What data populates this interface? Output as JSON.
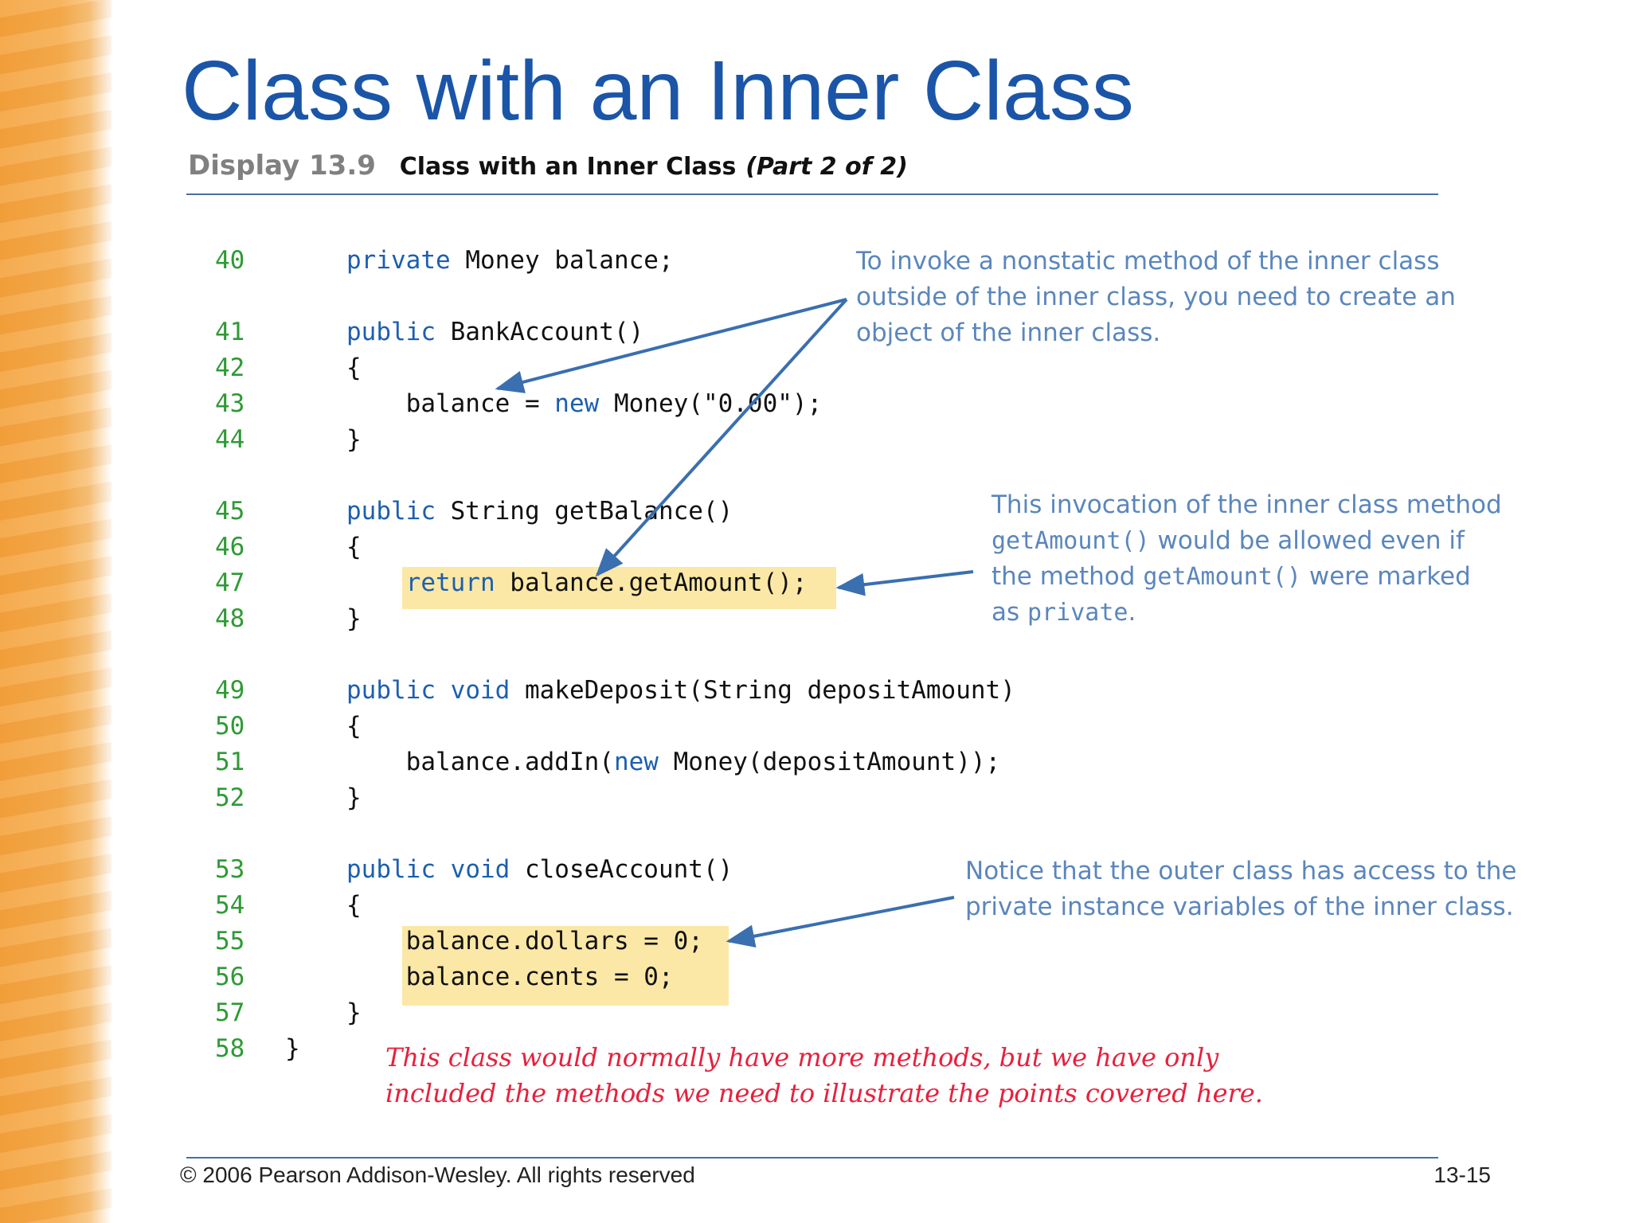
{
  "slide": {
    "title": "Class with an Inner Class",
    "display_label": "Display 13.9",
    "display_name": "Class with an Inner Class",
    "display_part": "(Part 2 of 2)"
  },
  "code": [
    {
      "num": "40",
      "tokens": [
        {
          "t": "private",
          "kw": true
        },
        {
          "t": " Money balance;",
          "kw": false
        }
      ]
    },
    {
      "num": "41",
      "tokens": [
        {
          "t": "public",
          "kw": true
        },
        {
          "t": " BankAccount()",
          "kw": false
        }
      ]
    },
    {
      "num": "42",
      "tokens": [
        {
          "t": "{",
          "kw": false
        }
      ]
    },
    {
      "num": "43",
      "tokens": [
        {
          "t": "    balance = ",
          "kw": false
        },
        {
          "t": "new",
          "kw": true
        },
        {
          "t": " Money(\"0.00\");",
          "kw": false
        }
      ]
    },
    {
      "num": "44",
      "tokens": [
        {
          "t": "}",
          "kw": false
        }
      ]
    },
    {
      "num": "45",
      "tokens": [
        {
          "t": "public",
          "kw": true
        },
        {
          "t": " String getBalance()",
          "kw": false
        }
      ]
    },
    {
      "num": "46",
      "tokens": [
        {
          "t": "{",
          "kw": false
        }
      ]
    },
    {
      "num": "47",
      "tokens": [
        {
          "t": "    ",
          "kw": false
        },
        {
          "t": "return",
          "kw": true
        },
        {
          "t": " balance.getAmount();",
          "kw": false
        }
      ]
    },
    {
      "num": "48",
      "tokens": [
        {
          "t": "}",
          "kw": false
        }
      ]
    },
    {
      "num": "49",
      "tokens": [
        {
          "t": "public",
          "kw": true
        },
        {
          "t": " ",
          "kw": false
        },
        {
          "t": "void",
          "kw": true
        },
        {
          "t": " makeDeposit(String depositAmount)",
          "kw": false
        }
      ]
    },
    {
      "num": "50",
      "tokens": [
        {
          "t": "{",
          "kw": false
        }
      ]
    },
    {
      "num": "51",
      "tokens": [
        {
          "t": "    balance.addIn(",
          "kw": false
        },
        {
          "t": "new",
          "kw": true
        },
        {
          "t": " Money(depositAmount));",
          "kw": false
        }
      ]
    },
    {
      "num": "52",
      "tokens": [
        {
          "t": "}",
          "kw": false
        }
      ]
    },
    {
      "num": "53",
      "tokens": [
        {
          "t": "public",
          "kw": true
        },
        {
          "t": " ",
          "kw": false
        },
        {
          "t": "void",
          "kw": true
        },
        {
          "t": " closeAccount()",
          "kw": false
        }
      ]
    },
    {
      "num": "54",
      "tokens": [
        {
          "t": "{",
          "kw": false
        }
      ]
    },
    {
      "num": "55",
      "tokens": [
        {
          "t": "    balance.dollars = 0;",
          "kw": false
        }
      ]
    },
    {
      "num": "56",
      "tokens": [
        {
          "t": "    balance.cents = 0;",
          "kw": false
        }
      ]
    },
    {
      "num": "57",
      "tokens": [
        {
          "t": "}",
          "kw": false
        }
      ]
    },
    {
      "num": "58",
      "tokens": [
        {
          "t": "}",
          "kw": false
        }
      ]
    }
  ],
  "notes": {
    "note1": {
      "line1": "To invoke a nonstatic method of the inner class",
      "line2": "outside of the inner class, you need to create an",
      "line3": "object of the inner class."
    },
    "note2": {
      "line1": "This invocation of the inner class method",
      "code1": "getAmount()",
      "line2_tail": " would be allowed even if",
      "line3_head": "the method ",
      "code2": "getAmount()",
      "line3_tail": " were marked",
      "line4_head": "as ",
      "code3": "private",
      "line4_tail": "."
    },
    "note3": {
      "line1": "Notice that the outer class has access to the",
      "line2": "private instance variables of the inner class."
    },
    "red_note": {
      "line1": "This class would normally have more methods, but we have only",
      "line2": "included the methods we need to illustrate the points covered here."
    }
  },
  "footer": {
    "copyright": "© 2006 Pearson Addison-Wesley. All rights reserved",
    "page": "13-15"
  },
  "colors": {
    "title": "#1b55a8",
    "keyword": "#1c5fb0",
    "line_number": "#2e9a34",
    "annotation": "#5a86bd",
    "highlight": "#fbe8a6",
    "red_note": "#e8203c",
    "arrow": "#3a6fb0"
  }
}
